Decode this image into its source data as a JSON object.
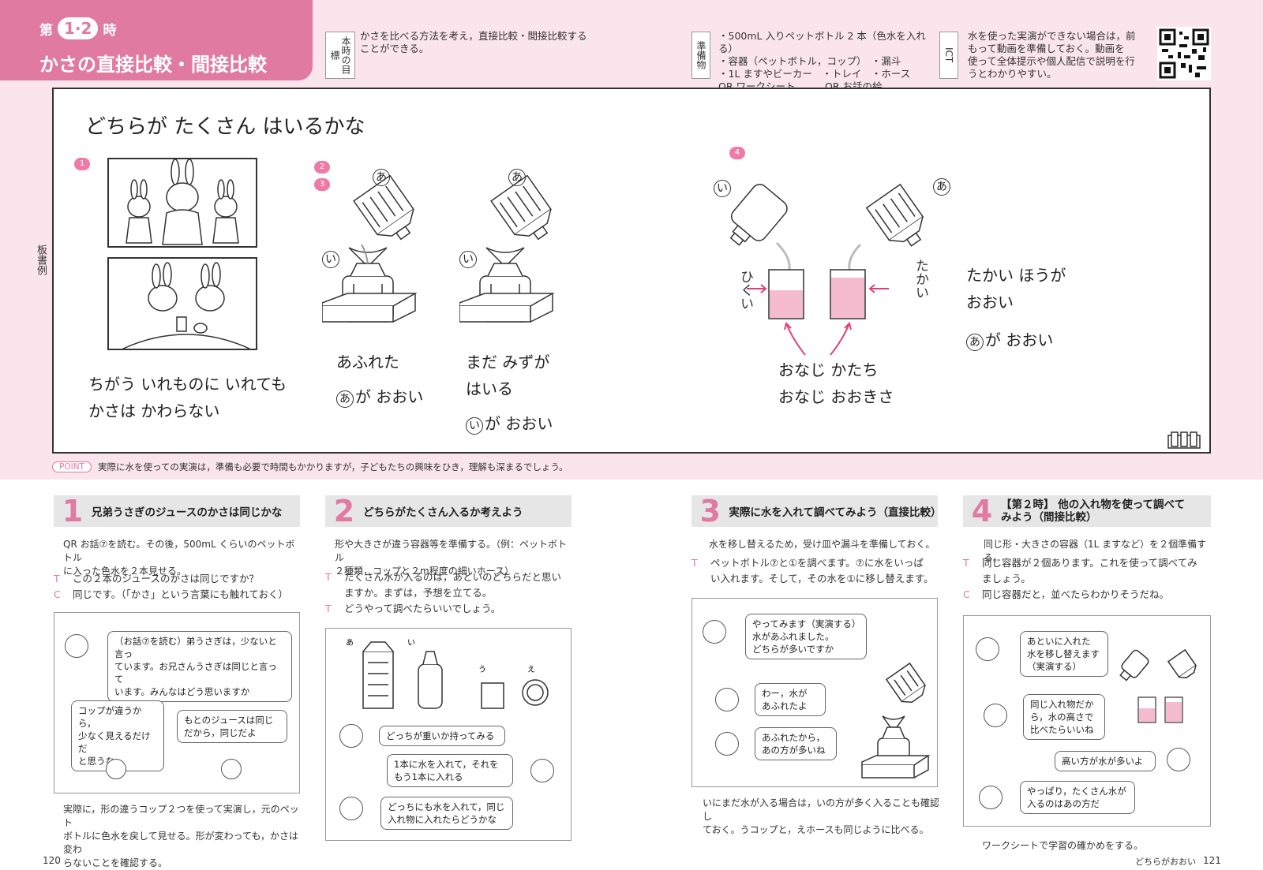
{
  "header": {
    "lesson_pre": "第",
    "lesson_num": "1·2",
    "lesson_post": "時",
    "title": "かさの直接比較・間接比較",
    "goal_label": "本時の目標",
    "goal_text": "かさを比べる方法を考え，直接比較・間接比較することができる。",
    "prep_label": "準備物",
    "prep_lines": [
      "・500mL 入りペットボトル 2 本（色水を入れる）",
      "・容器（ペットボトル，コップ）　・漏斗",
      "・1L ますやビーカー　・トレイ　・ホース",
      "QR ワークシート　　　QR お話の絵"
    ],
    "ict_label": "ICT",
    "ict_text": [
      "水を使った実演ができない場合は，前",
      "もって動画を準備しておく。動画を",
      "使って全体提示や個人配信で説明を行",
      "うとわかりやすい。"
    ],
    "side_label": "板書例"
  },
  "board": {
    "title": "どちらが たくさん はいるかな",
    "badges": [
      "1",
      "2",
      "3",
      "4"
    ],
    "marks": {
      "a": "あ",
      "i": "い"
    },
    "text1": [
      "ちがう いれものに いれても",
      "かさは かわらない"
    ],
    "text2": [
      "あふれた",
      "が おおい"
    ],
    "text3": [
      "まだ みずが",
      "はいる",
      "が おおい"
    ],
    "hikui": "ひくい",
    "takai": "たかい",
    "same": [
      "おなじ かたち",
      "おなじ おおきさ"
    ],
    "conclusion": [
      "たかい ほうが",
      "おおい",
      "が おおい"
    ]
  },
  "point": {
    "tag": "POINT",
    "text": "実際に水を使っての実演は，準備も必要で時間もかかりますが，子どもたちの興味をひき，理解も深まるでしょう。"
  },
  "sections": [
    {
      "n": "1",
      "head": "兄弟うさぎのジュースのかさは同じかな",
      "intro": [
        "QR お話⑦を読む。その後，500mL くらいのペットボトル",
        "に入った色水を２本見せる。"
      ],
      "tc": [
        {
          "k": "T",
          "t": "この２本のジュースのかさは同じですか？"
        },
        {
          "k": "C",
          "t": "同じです。（「かさ」という言葉にも触れておく）"
        }
      ],
      "bubbles": [
        "（お話⑦を読む）弟うさぎは，少ないと言っ",
        "ています。お兄さんうさぎは同じと言って",
        "います。みんなはどう思いますか"
      ],
      "b2": [
        "コップが違うから，",
        "少なく見えるだけだ",
        "と思うな"
      ],
      "b3": [
        "もとのジュースは同じ",
        "だから，同じだよ"
      ],
      "outro": [
        "実際に，形の違うコップ２つを使って実演し，元のペット",
        "ボトルに色水を戻して見せる。形が変わっても，かさは変わ",
        "らないことを確認する。"
      ]
    },
    {
      "n": "2",
      "head": "どちらがたくさん入るか考えよう",
      "intro": [
        "形や大きさが違う容器等を準備する。（例：ペットボトル",
        "２種類，コップと２m程度の細いホース）"
      ],
      "tc": [
        {
          "k": "T",
          "t": "たくさん水が入るのは，あといのどちらだと思い"
        },
        {
          "k": "",
          "t": "ますか。まずは，予想を立てる。"
        },
        {
          "k": "T",
          "t": "どうやって調べたらいいでしょう。"
        }
      ],
      "marks": [
        "あ",
        "い",
        "う",
        "え"
      ],
      "b1": "どっちが重いか持ってみる",
      "b2": [
        "1本に水を入れて，それを",
        "もう1本に入れる"
      ],
      "b3": [
        "どっちにも水を入れて，同じ",
        "入れ物に入れたらどうかな"
      ]
    },
    {
      "n": "3",
      "head": "実際に水を入れて調べてみよう（直接比較）",
      "intro": [
        "水を移し替えるため，受け皿や漏斗を準備しておく。"
      ],
      "tc": [
        {
          "k": "T",
          "t": "ペットボトル⑦と①を調べます。⑦に水をいっぱ"
        },
        {
          "k": "",
          "t": "い入れます。そして，その水を①に移し替えます。"
        }
      ],
      "b1": [
        "やってみます（実演する）",
        "水があふれました。",
        "どちらが多いですか"
      ],
      "b2": [
        "わー，水が",
        "あふれたよ"
      ],
      "b3": [
        "あふれたから，",
        "あの方が多いね"
      ],
      "outro": [
        "いにまだ水が入る場合は，いの方が多く入ることも確認し",
        "ておく。うコップと，えホースも同じように比べる。"
      ]
    },
    {
      "n": "4",
      "head": [
        "【第２時】 他の入れ物を使って調べて",
        "みよう（間接比較）"
      ],
      "intro": [
        "同じ形・大きさの容器（1L ますなど）を２個準備する。"
      ],
      "tc": [
        {
          "k": "T",
          "t": "同じ容器が２個あります。これを使って調べてみ"
        },
        {
          "k": "",
          "t": "ましょう。"
        },
        {
          "k": "C",
          "t": "同じ容器だと，並べたらわかりそうだね。"
        }
      ],
      "b1": [
        "あといに入れた",
        "水を移し替えます",
        "（実演する）"
      ],
      "b2": [
        "同じ入れ物だか",
        "ら，水の高さで",
        "比べたらいいね"
      ],
      "b3": "高い方が水が多いよ",
      "b4": [
        "やっぱり，たくさん水が",
        "入るのはあの方だ"
      ],
      "outro": "ワークシートで学習の確かめをする。"
    }
  ],
  "footer": {
    "left_page": "120",
    "right_label": "どちらがおおい",
    "right_page": "121"
  }
}
